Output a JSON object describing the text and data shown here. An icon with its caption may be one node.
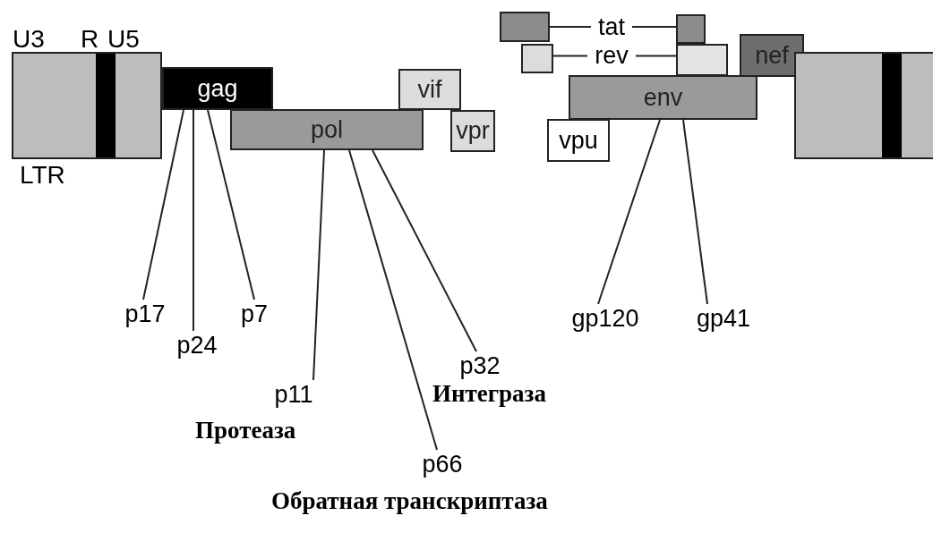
{
  "diagram": {
    "nodes": [
      {
        "text": [],
        "shape": "box",
        "beside": [
          "U3",
          "R",
          "U5",
          "LTR"
        ]
      },
      {
        "text": [
          "gag"
        ]
      },
      {
        "text": [
          "pol"
        ]
      },
      {
        "text": [
          "vif"
        ]
      },
      {
        "text": [
          "vpr"
        ]
      },
      {
        "text": [],
        "shape": "box"
      },
      {
        "text": [
          "tat"
        ]
      },
      {
        "text": [],
        "shape": "box"
      },
      {
        "text": [],
        "shape": "box"
      },
      {
        "text": [
          "rev"
        ]
      },
      {
        "text": [],
        "shape": "box"
      },
      {
        "text": [
          "nef"
        ]
      },
      {
        "text": [
          "env"
        ]
      },
      {
        "text": [
          "vpu"
        ]
      },
      {
        "text": [],
        "shape": "box"
      },
      {
        "text": [
          "p17"
        ]
      },
      {
        "text": [
          "p24"
        ]
      },
      {
        "text": [
          "p7"
        ]
      },
      {
        "text": [
          "p11"
        ],
        "beside": [
          "Протеаза"
        ]
      },
      {
        "text": [
          "p66"
        ],
        "beside": [
          "Обратная транскриптаза"
        ]
      },
      {
        "text": [
          "p32"
        ],
        "beside": [
          "Интеграза"
        ]
      },
      {
        "text": [
          "gp120"
        ]
      },
      {
        "text": [
          "gp41"
        ]
      }
    ],
    "edges": [
      {
        "from": 5,
        "to": 6,
        "arrow": "none"
      },
      {
        "from": 6,
        "to": 7,
        "arrow": "none"
      },
      {
        "from": 8,
        "to": 9,
        "arrow": "none"
      },
      {
        "from": 9,
        "to": 10,
        "arrow": "none"
      },
      {
        "from": 15,
        "to": 1,
        "arrow": "none"
      },
      {
        "from": 16,
        "to": 1,
        "arrow": "none"
      },
      {
        "from": 17,
        "to": 1,
        "arrow": "none"
      },
      {
        "from": 18,
        "to": 2,
        "arrow": "none"
      },
      {
        "from": 19,
        "to": 2,
        "arrow": "none"
      },
      {
        "from": 20,
        "to": 2,
        "arrow": "none"
      },
      {
        "from": 21,
        "to": 12,
        "arrow": "none"
      },
      {
        "from": 22,
        "to": 12,
        "arrow": "none"
      }
    ]
  }
}
